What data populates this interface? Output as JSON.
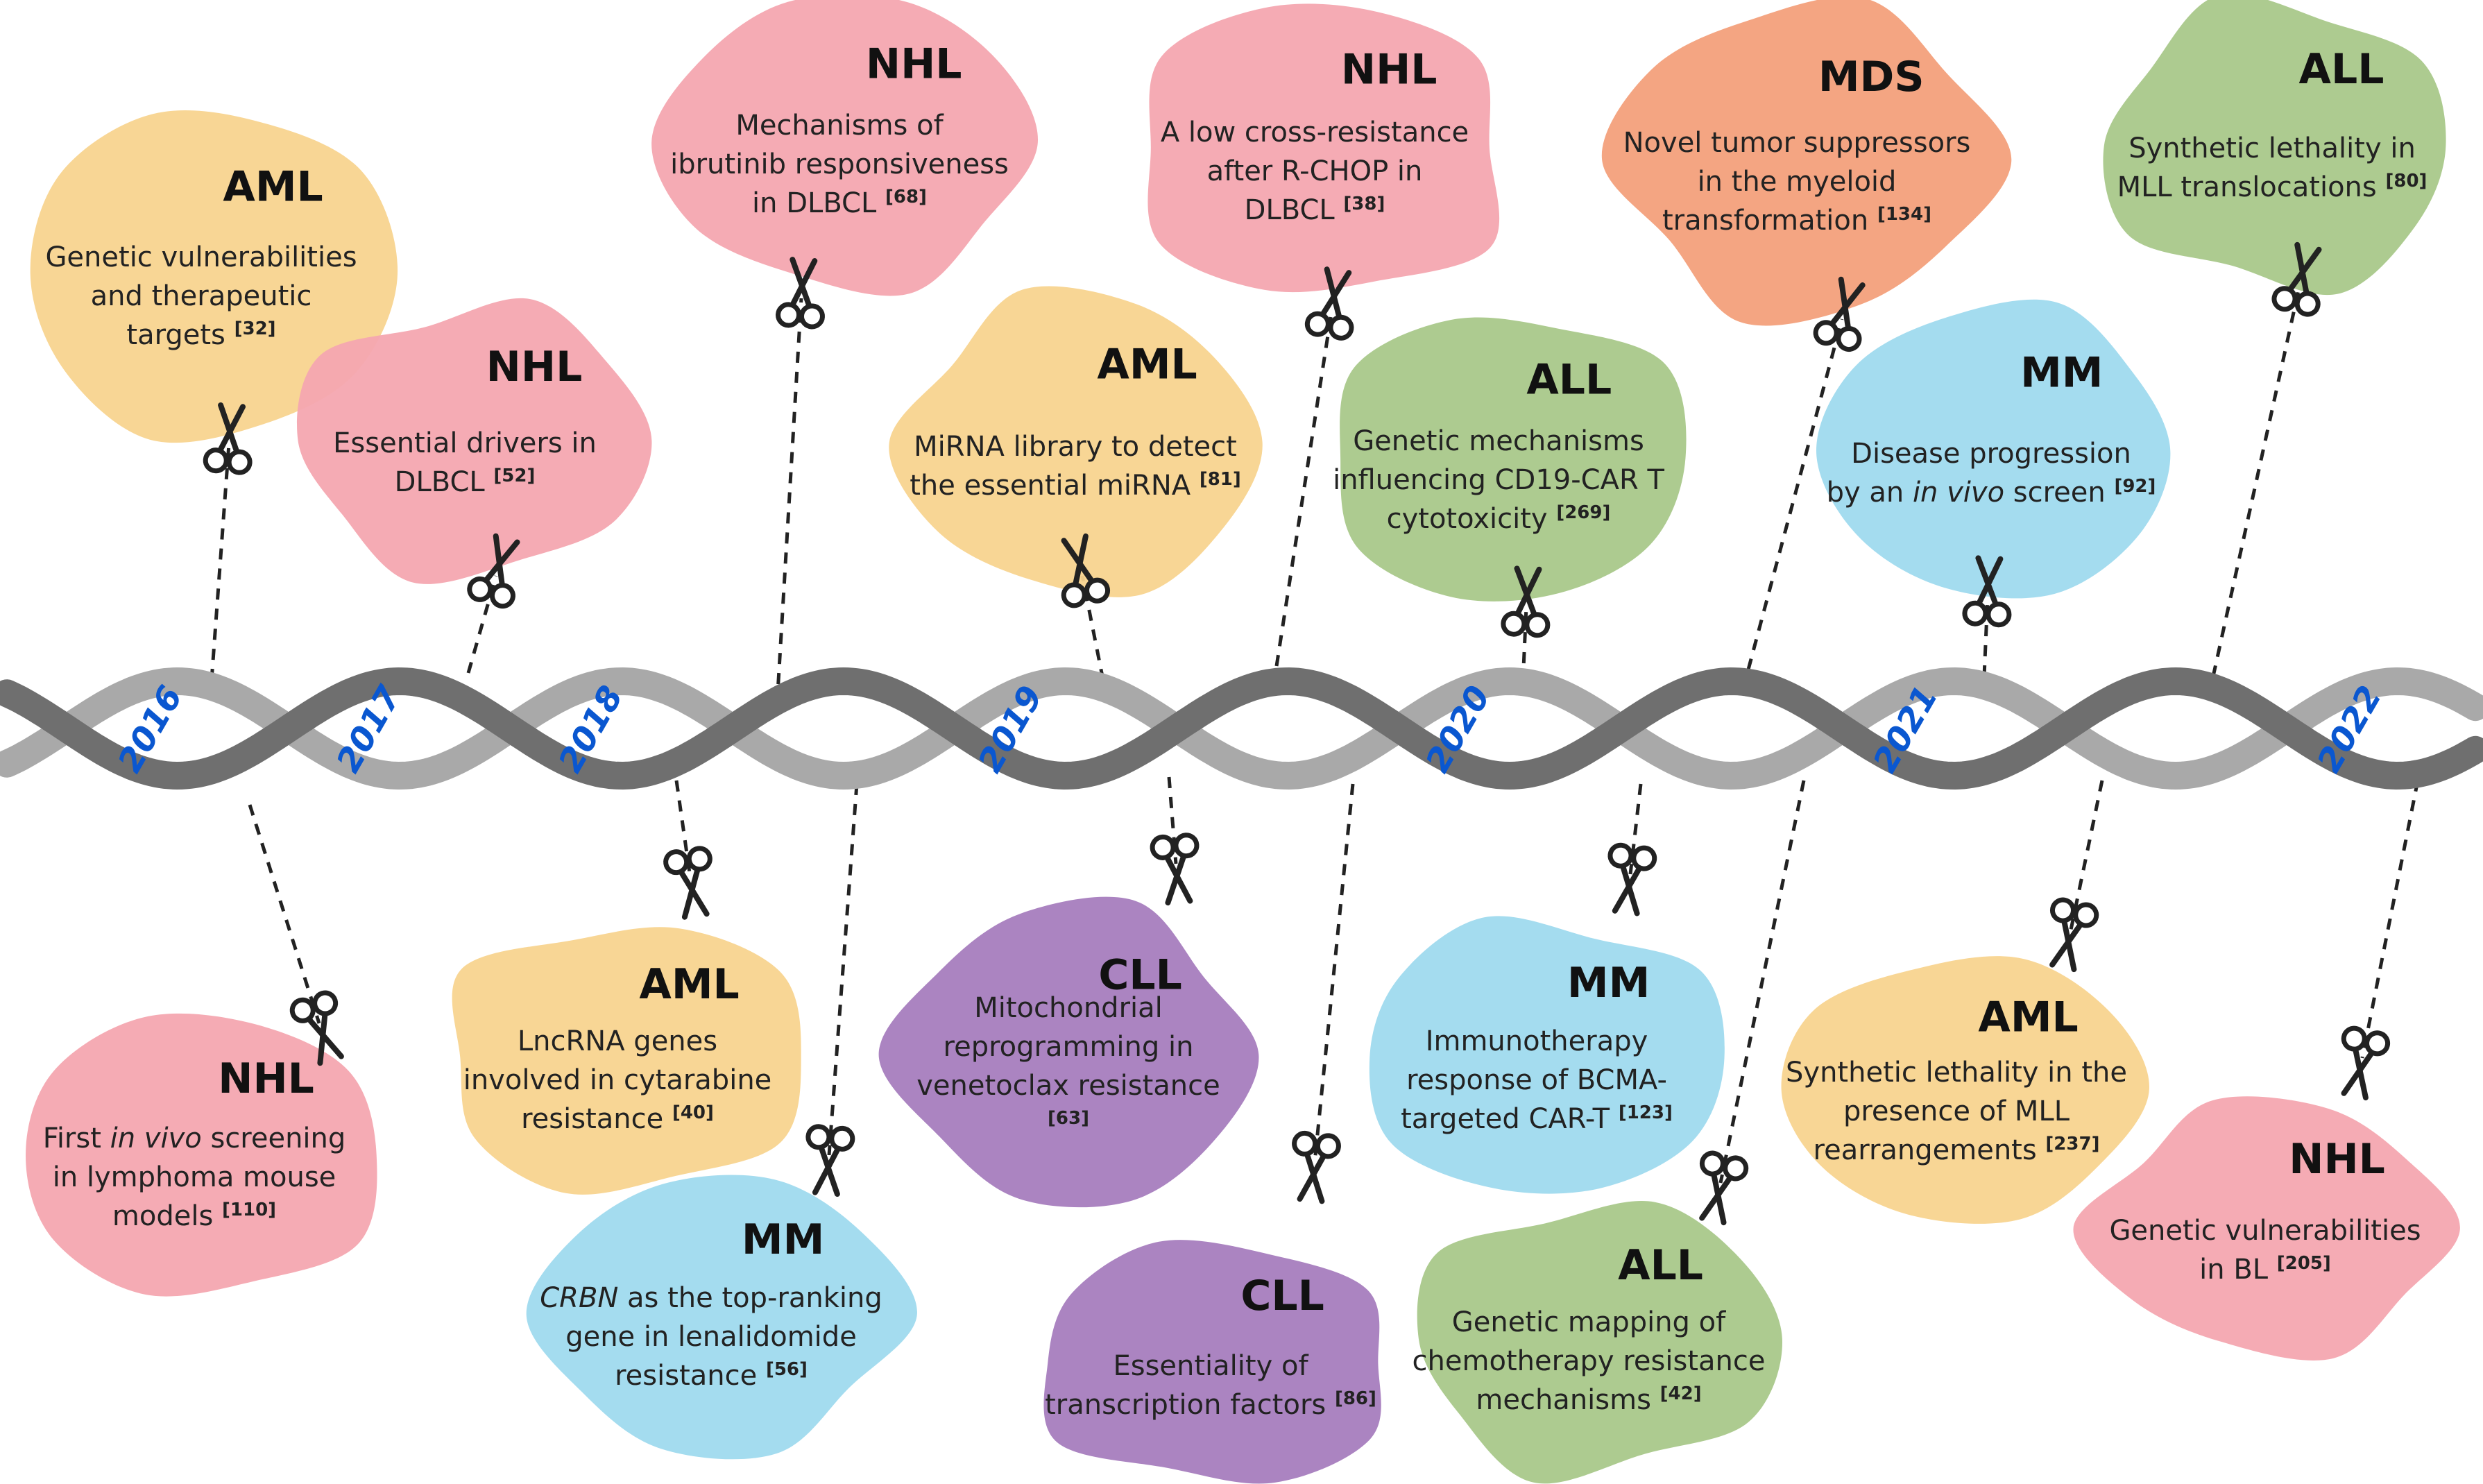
{
  "colors": {
    "AML": "#f8d48f",
    "NHL": "#f4a6b0",
    "MM": "#9fdaee",
    "CLL": "#a77dbe",
    "ALL": "#a9c88a",
    "MDS": "#f3a07b",
    "strand_dark": "#6f6f6f",
    "strand_light": "#a9a9a9",
    "year_text": "#0a57d0"
  },
  "years": [
    "2016",
    "2017",
    "2018",
    "2019",
    "2020",
    "2021",
    "2022"
  ],
  "cards": [
    {
      "id": "aml-2016",
      "disease": "AML",
      "icon": "scissors-icon",
      "lines": [
        [
          {
            "t": "Genetic vulnerabilities"
          }
        ],
        [
          {
            "t": "and therapeutic"
          }
        ],
        [
          {
            "t": "targets "
          },
          {
            "t": "[32]",
            "s": "ref"
          }
        ]
      ]
    },
    {
      "id": "nhl-2017",
      "disease": "NHL",
      "icon": "scissors-icon",
      "lines": [
        [
          {
            "t": "Essential drivers in"
          }
        ],
        [
          {
            "t": "DLBCL "
          },
          {
            "t": "[52]",
            "s": "ref"
          }
        ]
      ]
    },
    {
      "id": "nhl-2018",
      "disease": "NHL",
      "icon": "scissors-icon",
      "lines": [
        [
          {
            "t": "Mechanisms of"
          }
        ],
        [
          {
            "t": "ibrutinib responsiveness"
          }
        ],
        [
          {
            "t": "in DLBCL "
          },
          {
            "t": "[68]",
            "s": "ref"
          }
        ]
      ]
    },
    {
      "id": "aml-2019",
      "disease": "AML",
      "icon": "scissors-icon",
      "lines": [
        [
          {
            "t": "MiRNA library to detect"
          }
        ],
        [
          {
            "t": "the essential miRNA "
          },
          {
            "t": "[81]",
            "s": "ref"
          }
        ]
      ]
    },
    {
      "id": "nhl-2019",
      "disease": "NHL",
      "icon": "scissors-icon",
      "lines": [
        [
          {
            "t": "A low cross-resistance"
          }
        ],
        [
          {
            "t": "after R-CHOP in"
          }
        ],
        [
          {
            "t": "DLBCL "
          },
          {
            "t": "[38]",
            "s": "ref"
          }
        ]
      ]
    },
    {
      "id": "all-2020",
      "disease": "ALL",
      "icon": "scissors-icon",
      "lines": [
        [
          {
            "t": "Genetic mechanisms"
          }
        ],
        [
          {
            "t": "influencing CD19-CAR T"
          }
        ],
        [
          {
            "t": "cytotoxicity "
          },
          {
            "t": "[269]",
            "s": "ref"
          }
        ]
      ]
    },
    {
      "id": "mds-2020",
      "disease": "MDS",
      "icon": "scissors-icon",
      "lines": [
        [
          {
            "t": "Novel tumor suppressors"
          }
        ],
        [
          {
            "t": "in the myeloid"
          }
        ],
        [
          {
            "t": "transformation "
          },
          {
            "t": "[134]",
            "s": "ref"
          }
        ]
      ]
    },
    {
      "id": "mm-2021",
      "disease": "MM",
      "icon": "scissors-icon",
      "lines": [
        [
          {
            "t": "Disease progression"
          }
        ],
        [
          {
            "t": "by an "
          },
          {
            "t": "in vivo",
            "s": "ital"
          },
          {
            "t": " screen "
          },
          {
            "t": "[92]",
            "s": "ref"
          }
        ]
      ]
    },
    {
      "id": "all-2021",
      "disease": "ALL",
      "icon": "scissors-icon",
      "lines": [
        [
          {
            "t": "Synthetic lethality in"
          }
        ],
        [
          {
            "t": "MLL translocations "
          },
          {
            "t": "[80]",
            "s": "ref"
          }
        ]
      ]
    },
    {
      "id": "nhl-2016",
      "disease": "NHL",
      "icon": "scissors-icon",
      "lines": [
        [
          {
            "t": "First "
          },
          {
            "t": "in vivo",
            "s": "ital"
          },
          {
            "t": " screening"
          }
        ],
        [
          {
            "t": "in lymphoma mouse"
          }
        ],
        [
          {
            "t": "models "
          },
          {
            "t": "[110]",
            "s": "ref"
          }
        ]
      ]
    },
    {
      "id": "aml-2018",
      "disease": "AML",
      "icon": "scissors-icon",
      "lines": [
        [
          {
            "t": "LncRNA genes"
          }
        ],
        [
          {
            "t": "involved in cytarabine"
          }
        ],
        [
          {
            "t": "resistance "
          },
          {
            "t": "[40]",
            "s": "ref"
          }
        ]
      ]
    },
    {
      "id": "mm-2018",
      "disease": "MM",
      "icon": "scissors-icon",
      "lines": [
        [
          {
            "t": "CRBN",
            "s": "ital"
          },
          {
            "t": " as the top-ranking"
          }
        ],
        [
          {
            "t": "gene in lenalidomide"
          }
        ],
        [
          {
            "t": "resistance "
          },
          {
            "t": "[56]",
            "s": "ref"
          }
        ]
      ]
    },
    {
      "id": "cll-2019a",
      "disease": "CLL",
      "icon": "scissors-icon",
      "lines": [
        [
          {
            "t": "Mitochondrial"
          }
        ],
        [
          {
            "t": "reprogramming in"
          }
        ],
        [
          {
            "t": "venetoclax resistance"
          }
        ],
        [
          {
            "t": "[63]",
            "s": "ref"
          }
        ]
      ]
    },
    {
      "id": "cll-2019b",
      "disease": "CLL",
      "icon": "scissors-icon",
      "lines": [
        [
          {
            "t": "Essentiality of"
          }
        ],
        [
          {
            "t": "transcription factors "
          },
          {
            "t": "[86]",
            "s": "ref"
          }
        ]
      ]
    },
    {
      "id": "mm-2020",
      "disease": "MM",
      "icon": "scissors-icon",
      "lines": [
        [
          {
            "t": "Immunotherapy"
          }
        ],
        [
          {
            "t": "response of BCMA-"
          }
        ],
        [
          {
            "t": "targeted CAR-T "
          },
          {
            "t": "[123]",
            "s": "ref"
          }
        ]
      ]
    },
    {
      "id": "all-2020b",
      "disease": "ALL",
      "icon": "scissors-icon",
      "lines": [
        [
          {
            "t": "Genetic mapping of"
          }
        ],
        [
          {
            "t": "chemotherapy resistance"
          }
        ],
        [
          {
            "t": "mechanisms "
          },
          {
            "t": "[42]",
            "s": "ref"
          }
        ]
      ]
    },
    {
      "id": "aml-2021",
      "disease": "AML",
      "icon": "scissors-icon",
      "lines": [
        [
          {
            "t": "Synthetic lethality in the"
          }
        ],
        [
          {
            "t": "presence of MLL"
          }
        ],
        [
          {
            "t": "rearrangements "
          },
          {
            "t": "[237]",
            "s": "ref"
          }
        ]
      ]
    },
    {
      "id": "nhl-2022",
      "disease": "NHL",
      "icon": "scissors-icon",
      "lines": [
        [
          {
            "t": "Genetic vulnerabilities"
          }
        ],
        [
          {
            "t": "in BL "
          },
          {
            "t": "[205]",
            "s": "ref"
          }
        ]
      ]
    }
  ]
}
